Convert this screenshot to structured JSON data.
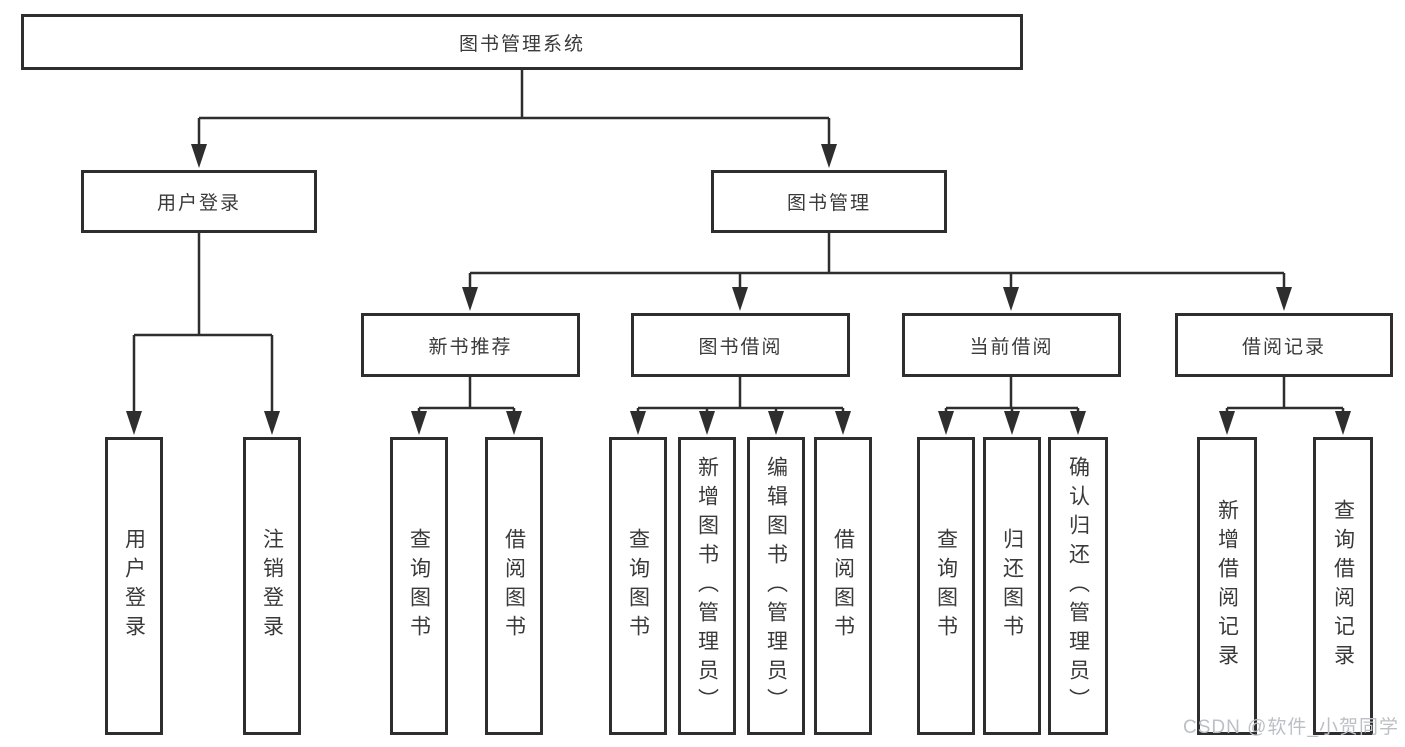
{
  "tree": {
    "root": "图书管理系统",
    "level2": [
      "用户登录",
      "图书管理"
    ],
    "level3": [
      "新书推荐",
      "图书借阅",
      "当前借阅",
      "借阅记录"
    ],
    "leaves": {
      "user_login": [
        "用户登录",
        "注销登录"
      ],
      "new_book": [
        "查询图书",
        "借阅图书"
      ],
      "book_borrow": [
        "查询图书",
        "新增图书（管理员）",
        "编辑图书（管理员）",
        "借阅图书"
      ],
      "current_borrow": [
        "查询图书",
        "归还图书",
        "确认归还（管理员）"
      ],
      "borrow_record": [
        "新增借阅记录",
        "查询借阅记录"
      ]
    }
  },
  "watermark": "CSDN @软件_小贺同学",
  "colors": {
    "line": "#2e2e2e",
    "text": "#3a3a3a",
    "watermark": "#bcc0c6",
    "background": "#ffffff"
  }
}
